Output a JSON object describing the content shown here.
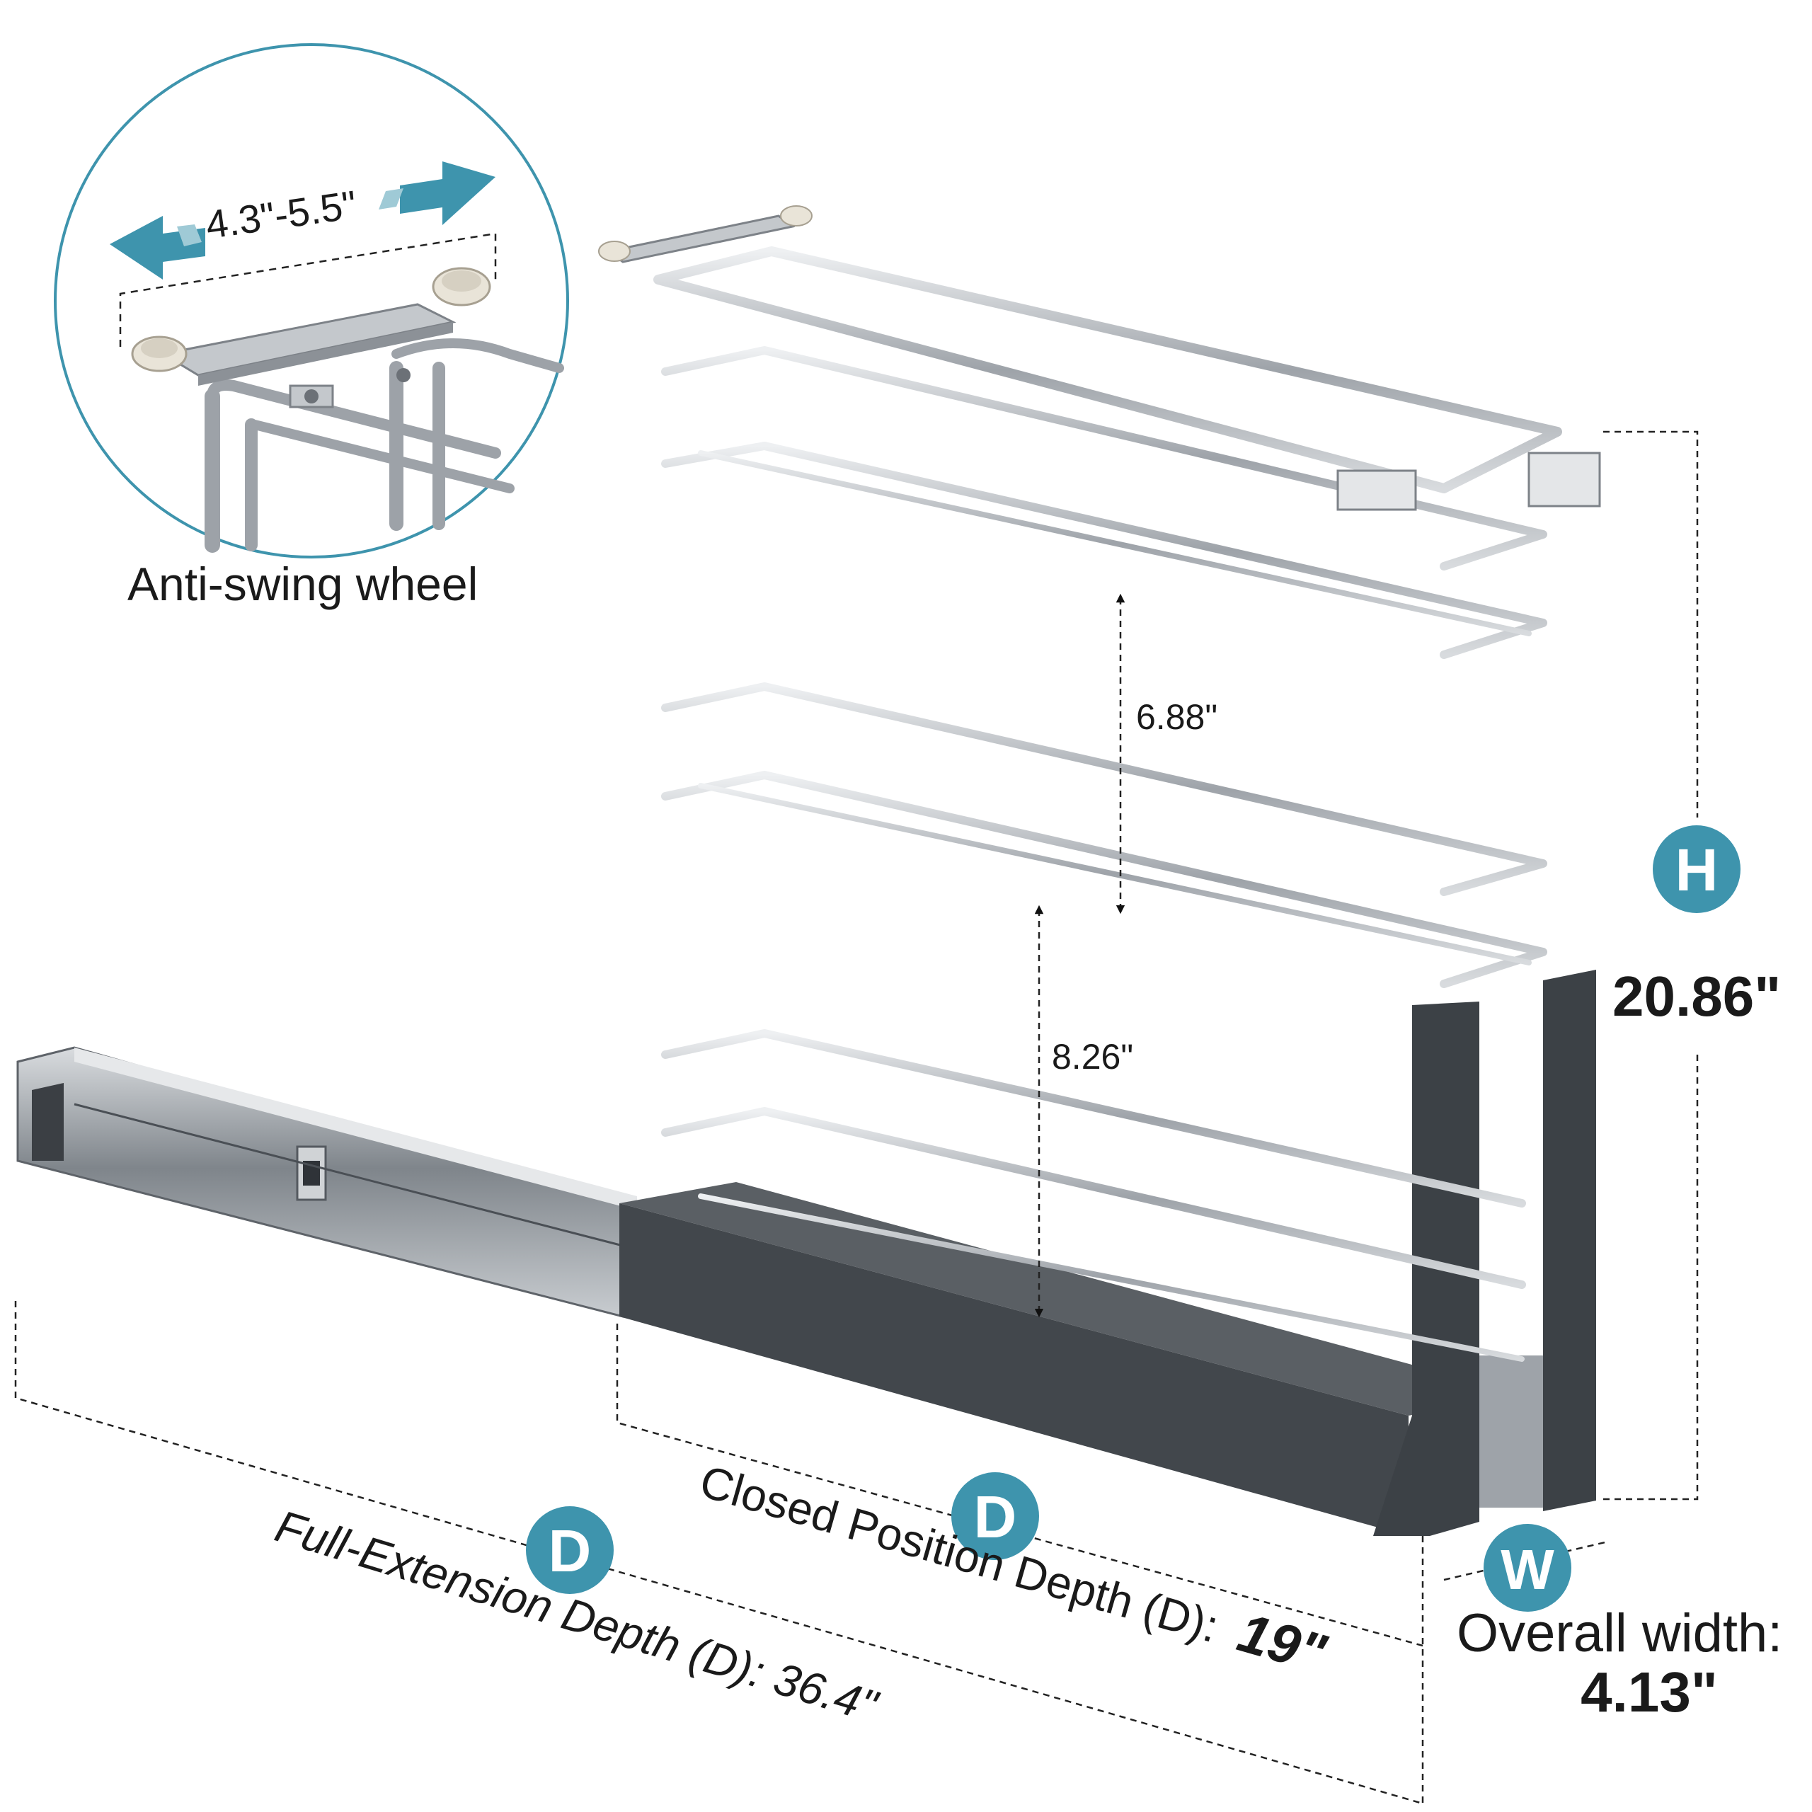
{
  "colors": {
    "accent": "#3e94ad",
    "text": "#1a1a1a",
    "chrome": "#a9adb3",
    "panel": "#454a4f"
  },
  "inset": {
    "width_range": "4.3\"-5.5\"",
    "caption": "Anti-swing wheel"
  },
  "dimensions": {
    "tier_gap_top": "6.88\"",
    "tier_gap_bottom": "8.26\"",
    "height_badge": "H",
    "height_value": "20.86\"",
    "closed_badge": "D",
    "closed_label": "Closed Position Depth (D):",
    "closed_value": "19\"",
    "extended_badge": "D",
    "extended_label": "Full-Extension Depth (D): 36.4\"",
    "width_badge": "W",
    "width_label": "Overall width:",
    "width_value": "4.13\""
  }
}
